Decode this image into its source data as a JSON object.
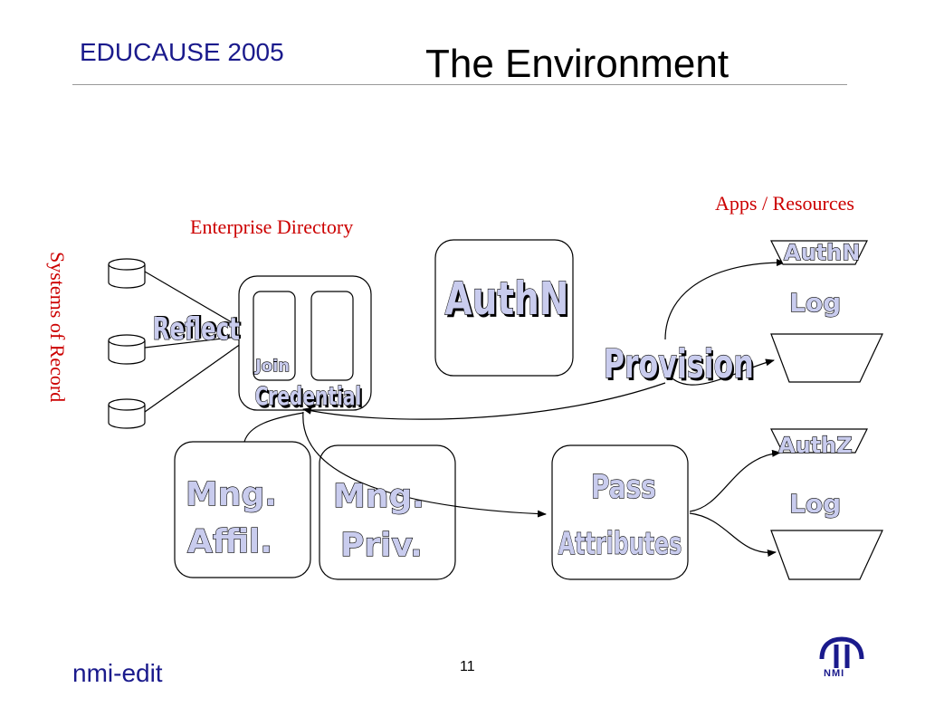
{
  "header": {
    "conference": "EDUCAUSE 2005",
    "title": "The Environment"
  },
  "labels": {
    "systems_of_record": "Systems of Record",
    "enterprise_directory": "Enterprise Directory",
    "apps_resources": "Apps / Resources"
  },
  "diagram": {
    "reflect": "Reflect",
    "join": "Join",
    "credential": "Credential",
    "authn_center": "AuthN",
    "provision": "Provision",
    "authn_app": "AuthN",
    "log_top": "Log",
    "authz_app": "AuthZ",
    "log_bottom": "Log",
    "mng_affil_line1": "Mng.",
    "mng_affil_line2": "Affil.",
    "mng_priv_line1": "Mng.",
    "mng_priv_line2": "Priv.",
    "pass_line1": "Pass",
    "pass_line2": "Attributes"
  },
  "footer": {
    "brand": "nmi-edit",
    "page_number": "11",
    "logo_text": "NMI"
  },
  "colors": {
    "blue_text": "#1a1a8c",
    "red_text": "#cc0000",
    "wordart_fill": "#c9ccee"
  }
}
